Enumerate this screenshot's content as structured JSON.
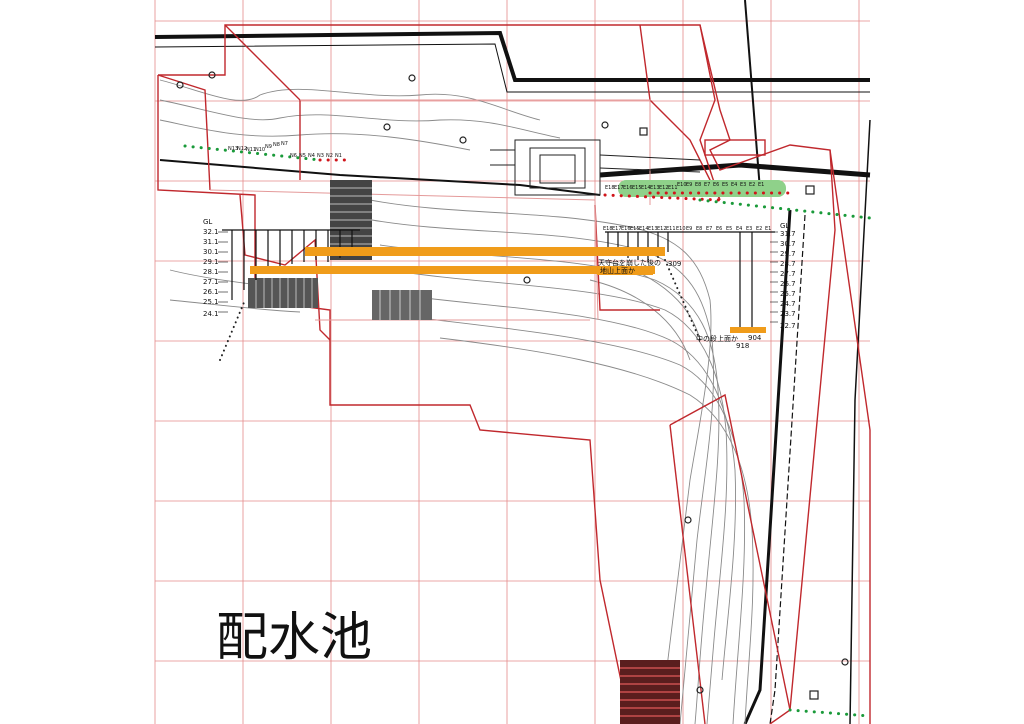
{
  "title": "配水池",
  "levels_left": {
    "header": "GL",
    "values": [
      "32.1",
      "31.1",
      "30.1",
      "29.1",
      "28.1",
      "27.1",
      "26.1",
      "25.1",
      "24.1"
    ]
  },
  "levels_right": {
    "header": "GL",
    "values": [
      "31.7",
      "30.7",
      "29.7",
      "28.7",
      "27.7",
      "26.7",
      "25.7",
      "24.7",
      "23.7",
      "22.7"
    ]
  },
  "north_points": [
    "N13",
    "N12",
    "N11",
    "N10",
    "N9",
    "N8",
    "N7",
    "N6",
    "N5",
    "N4",
    "N3",
    "N2",
    "N1"
  ],
  "east_points": [
    "E18",
    "E17",
    "E16",
    "E15",
    "E14",
    "E13",
    "E12",
    "E11",
    "E10",
    "E9",
    "E8",
    "E7",
    "E6",
    "E5",
    "E4",
    "E3",
    "E2",
    "E1"
  ],
  "annotations": {
    "tenshu_note_1": "天守台を崩した後の",
    "tenshu_note_2": "地山上面か",
    "tenshu_value": "309",
    "middle_note": "中の段上面か",
    "middle_value_1": "918",
    "middle_value_2": "904"
  },
  "colors": {
    "grid": "#e58a8a",
    "outline_red": "#c0282d",
    "ground_line": "#f09c1a",
    "dot_red": "#d0141a",
    "dot_green": "#1a9a3a",
    "green_band": "#8fd18a"
  }
}
